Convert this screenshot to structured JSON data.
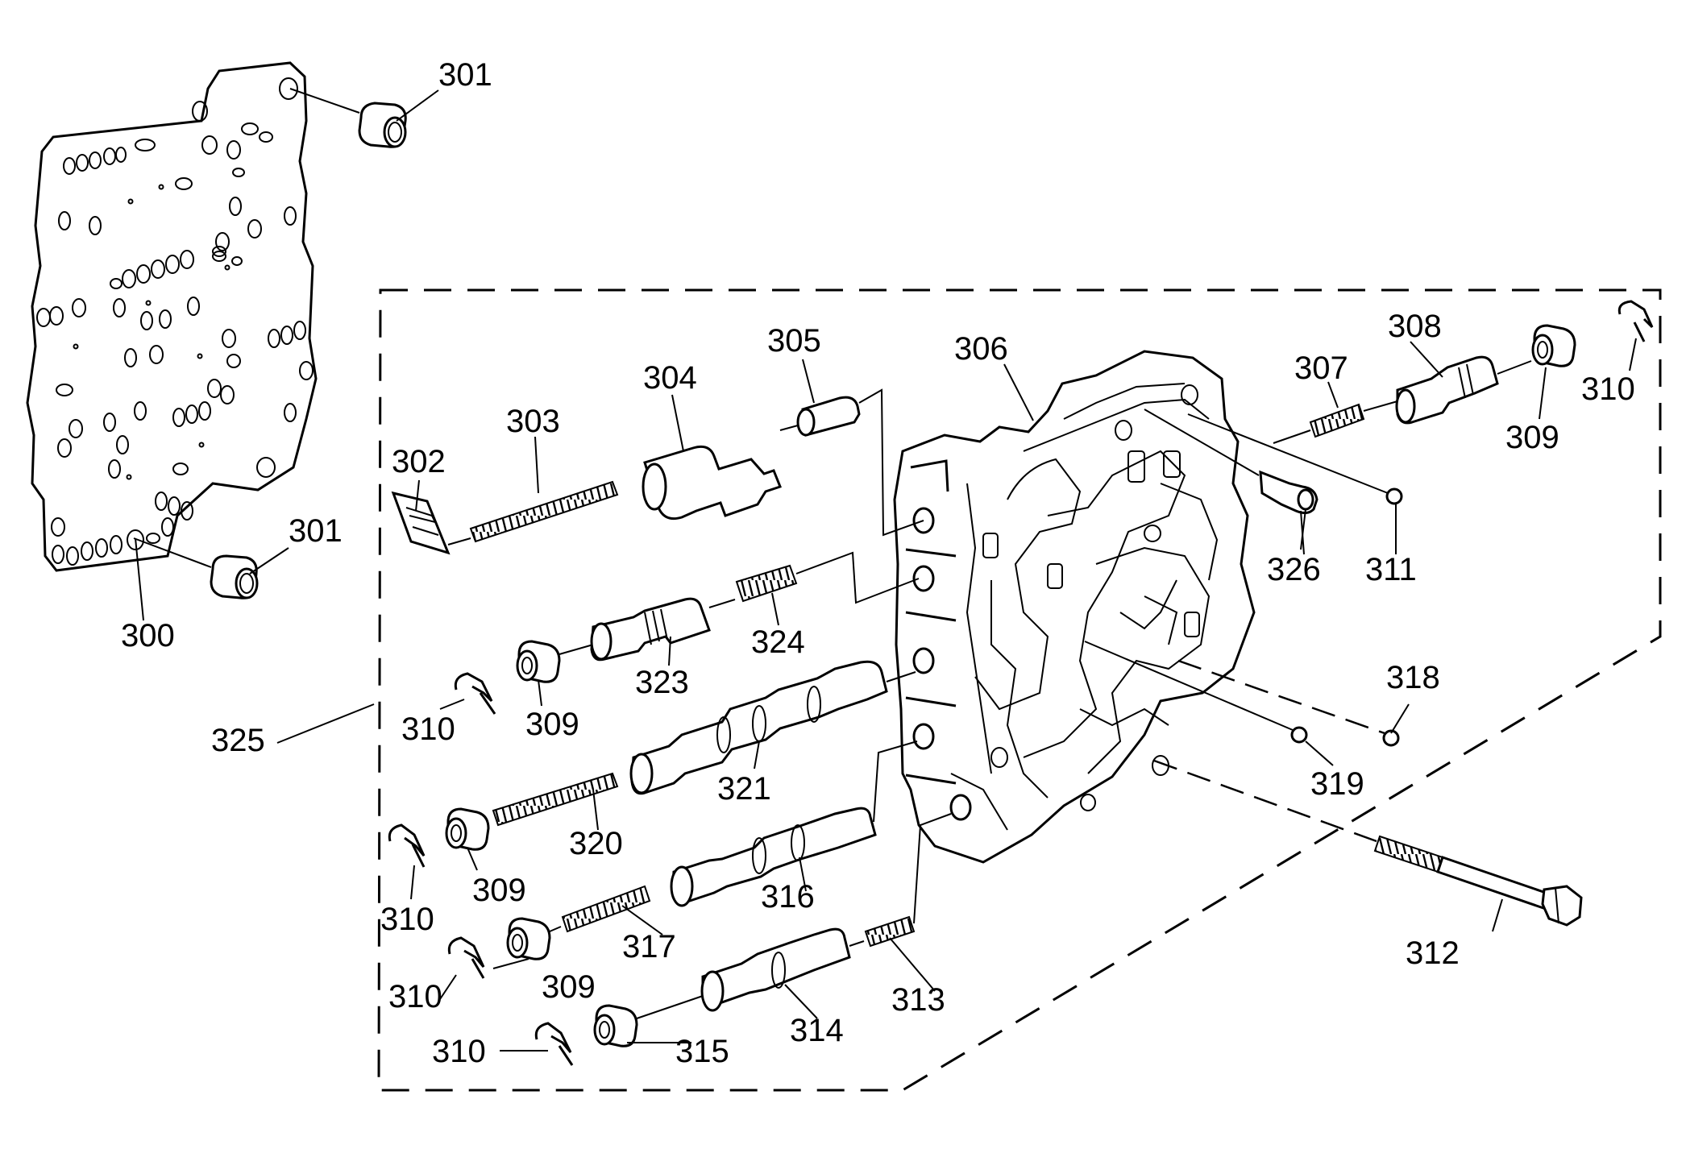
{
  "labels": {
    "l300": "300",
    "l301a": "301",
    "l301b": "301",
    "l302": "302",
    "l303": "303",
    "l304": "304",
    "l305": "305",
    "l306": "306",
    "l307": "307",
    "l308": "308",
    "l309a": "309",
    "l309b": "309",
    "l309c": "309",
    "l309d": "309",
    "l310a": "310",
    "l310b": "310",
    "l310c": "310",
    "l310d": "310",
    "l310e": "310",
    "l311": "311",
    "l312": "312",
    "l313": "313",
    "l314": "314",
    "l315": "315",
    "l316": "316",
    "l317": "317",
    "l318": "318",
    "l319": "319",
    "l320": "320",
    "l321": "321",
    "l323": "323",
    "l324": "324",
    "l325": "325",
    "l326": "326"
  }
}
